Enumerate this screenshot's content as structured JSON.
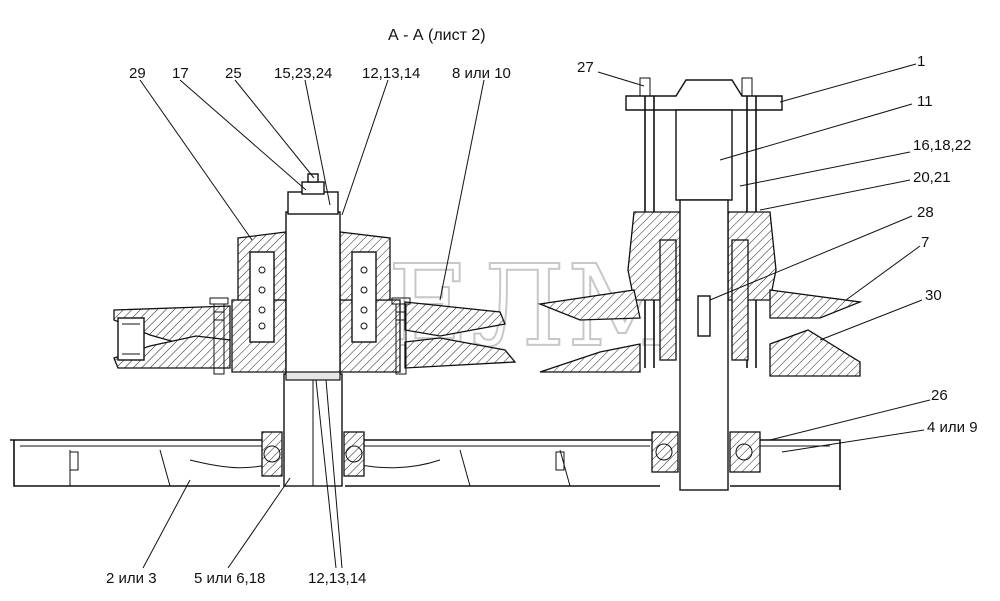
{
  "title": "А - А (лист 2)",
  "watermark": "СЕЛМ",
  "callouts": {
    "left_top": [
      "29",
      "17",
      "25",
      "15,23,24",
      "12,13,14",
      "8 или 10"
    ],
    "right": [
      "27",
      "1",
      "11",
      "16,18,22",
      "20,21",
      "28",
      "7",
      "30",
      "26",
      "4 или 9"
    ],
    "bottom": [
      "2 или 3",
      "5 или 6,18",
      "12,13,14"
    ]
  }
}
